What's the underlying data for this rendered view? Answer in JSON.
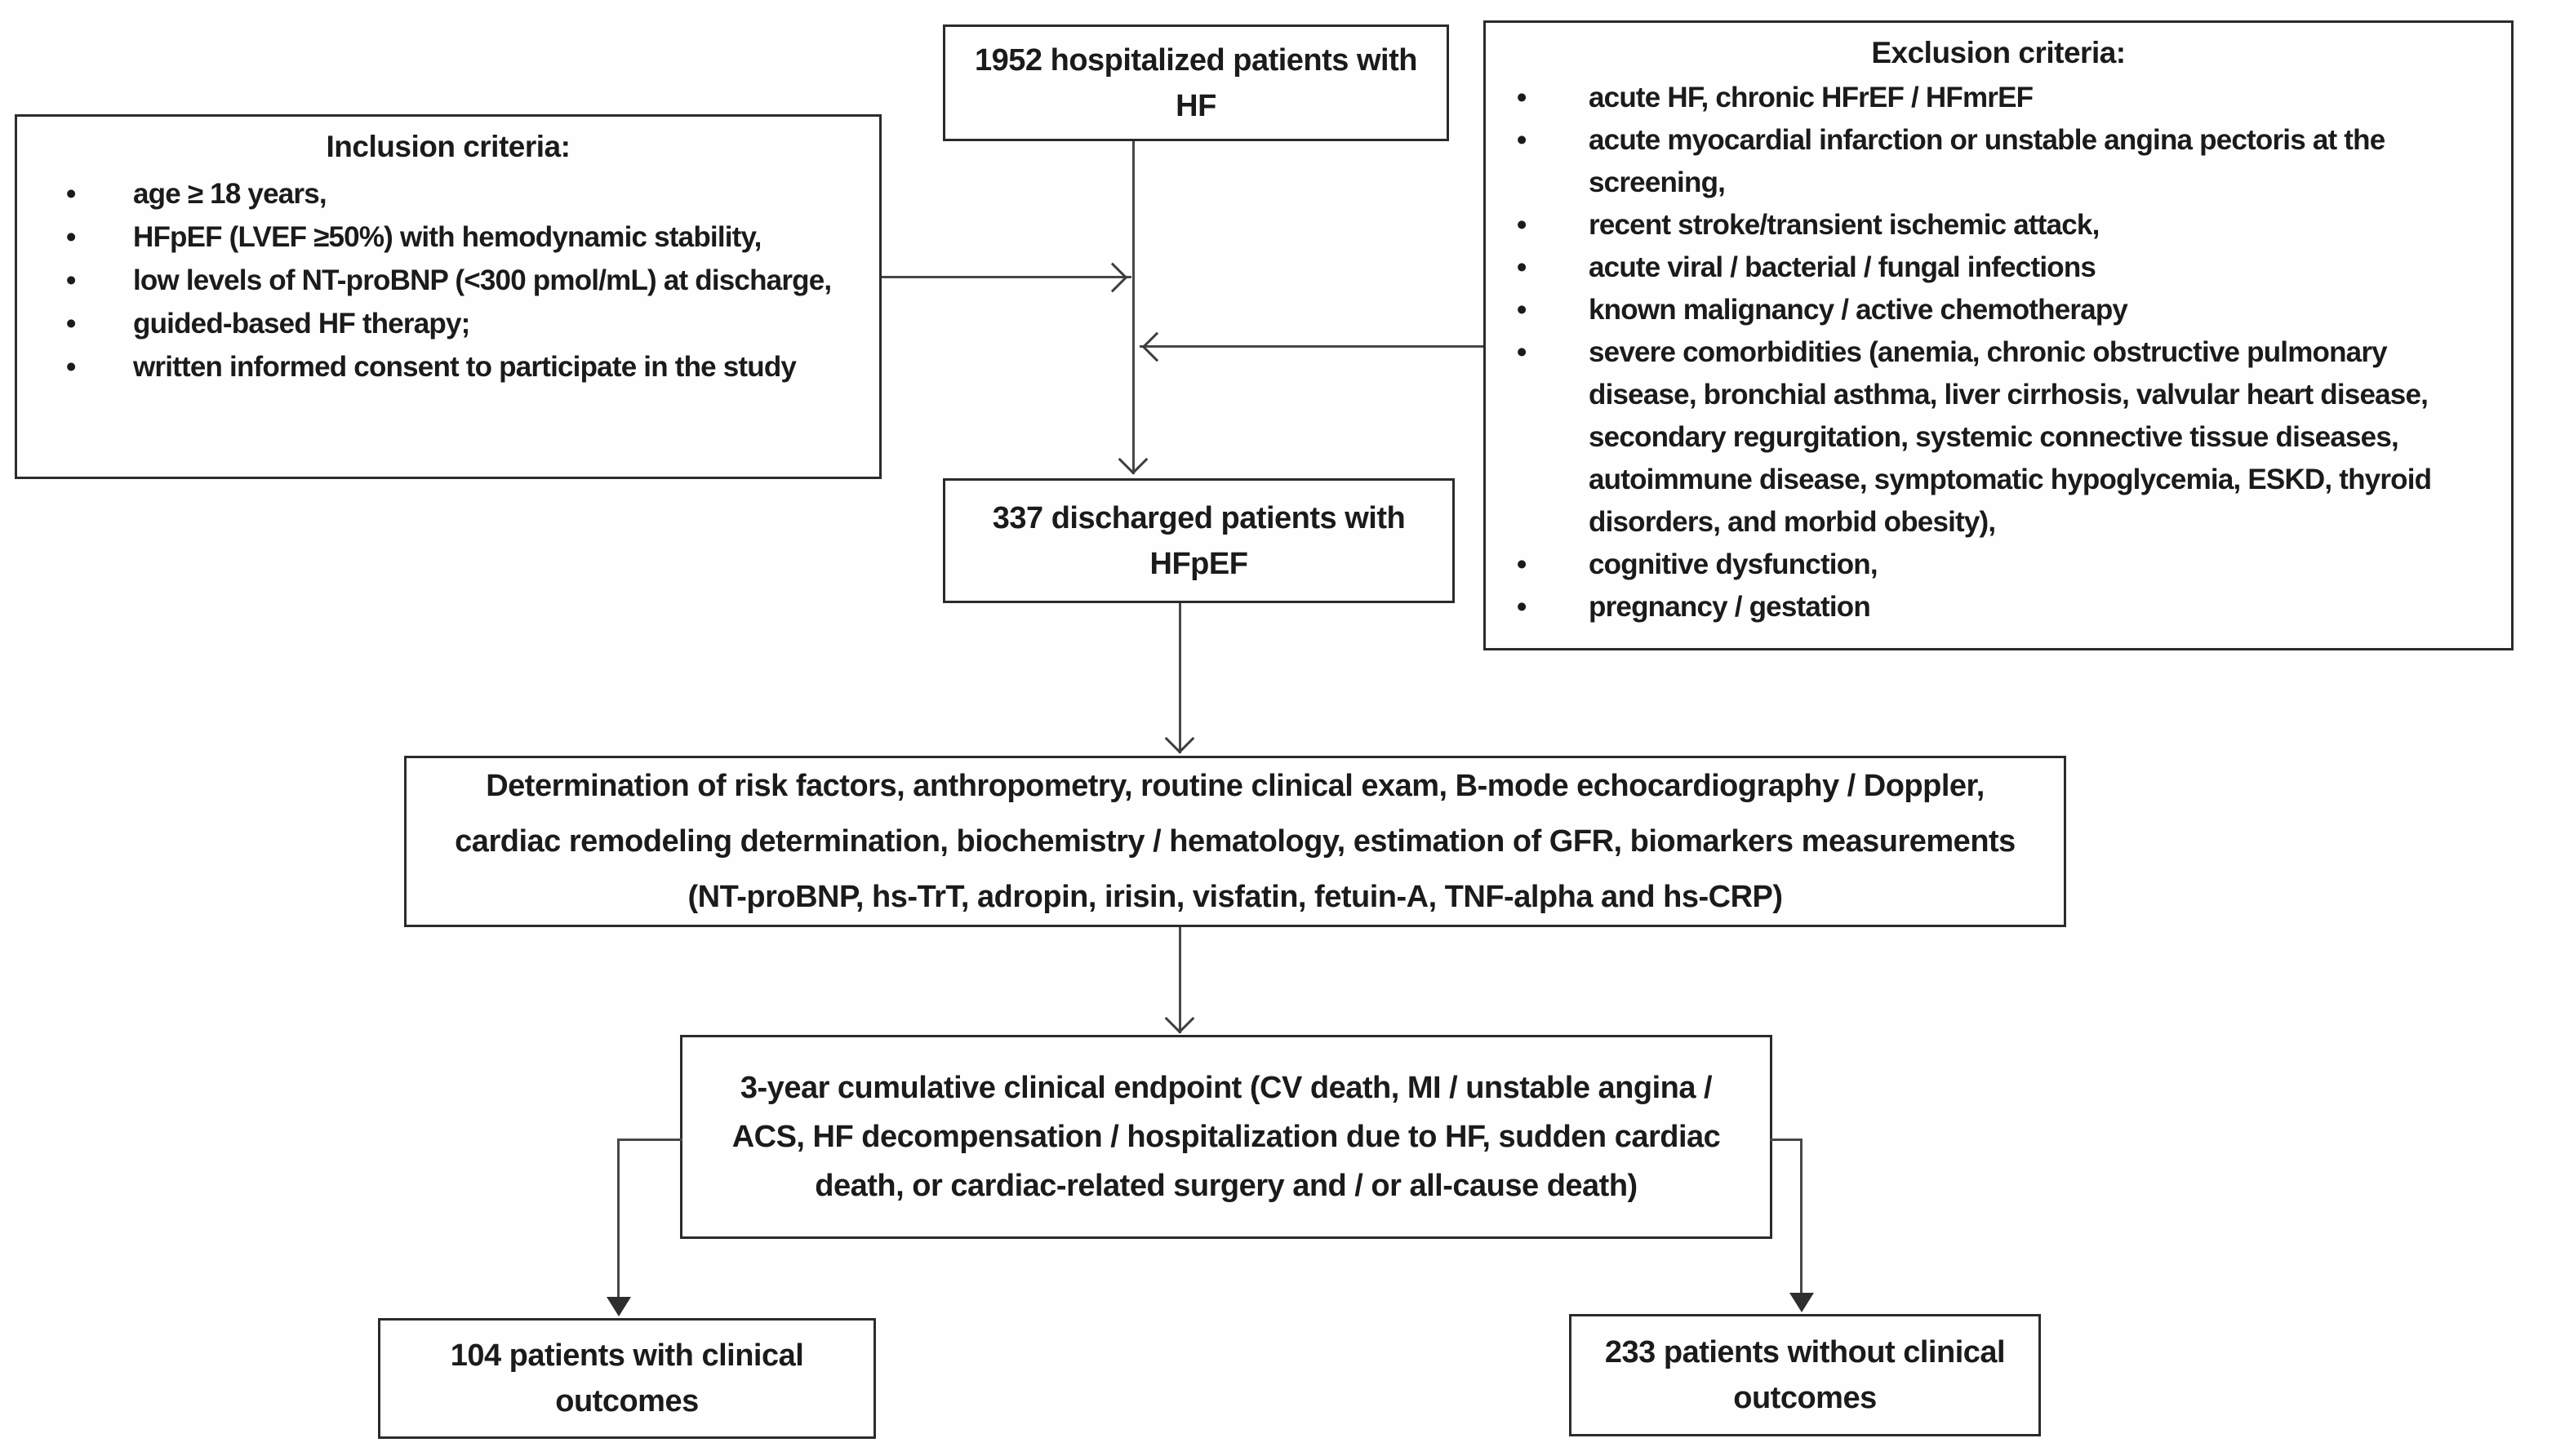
{
  "diagram": {
    "type": "flowchart",
    "background_color": "#ffffff",
    "box_border_color": "#2b2b2b",
    "connector_color": "#474747",
    "text_color": "#1b1b1b",
    "boxes": {
      "hospitalized": {
        "text": "1952 hospitalized patients with HF"
      },
      "inclusion": {
        "title": "Inclusion criteria:",
        "items": [
          "age ≥ 18 years,",
          "HFpEF (LVEF ≥50%) with hemodynamic stability,",
          "low levels of NT-proBNP (<300 pmol/mL) at discharge,",
          "guided-based HF therapy;",
          "written informed consent to participate in the study"
        ]
      },
      "exclusion": {
        "title": "Exclusion criteria:",
        "items": [
          "acute HF, chronic HFrEF / HFmrEF",
          "acute myocardial infarction or unstable angina pectoris at the screening,",
          "recent stroke/transient ischemic attack,",
          "acute viral / bacterial / fungal infections",
          "known malignancy / active chemotherapy",
          "severe comorbidities (anemia, chronic obstructive pulmonary disease, bronchial asthma, liver cirrhosis, valvular heart disease, secondary regurgitation, systemic connective tissue diseases, autoimmune disease, symptomatic hypoglycemia, ESKD, thyroid disorders, and morbid obesity),",
          "cognitive dysfunction,",
          "pregnancy / gestation"
        ]
      },
      "discharged": {
        "text": "337 discharged patients with HFpEF"
      },
      "determination": {
        "text": "Determination of risk factors, anthropometry, routine clinical exam, B-mode echocardiography / Doppler, cardiac remodeling determination, biochemistry / hematology, estimation of GFR, biomarkers measurements (NT-proBNP, hs-TrT, adropin, irisin, visfatin, fetuin-A, TNF-alpha and hs-CRP)"
      },
      "endpoint": {
        "text": "3-year cumulative clinical endpoint (CV death, MI / unstable angina / ACS, HF decompensation / hospitalization due to HF, sudden cardiac death, or cardiac-related surgery and / or all-cause death)"
      },
      "with_outcomes": {
        "text": "104 patients with clinical outcomes"
      },
      "without_outcomes": {
        "text": "233 patients without clinical outcomes"
      }
    }
  }
}
